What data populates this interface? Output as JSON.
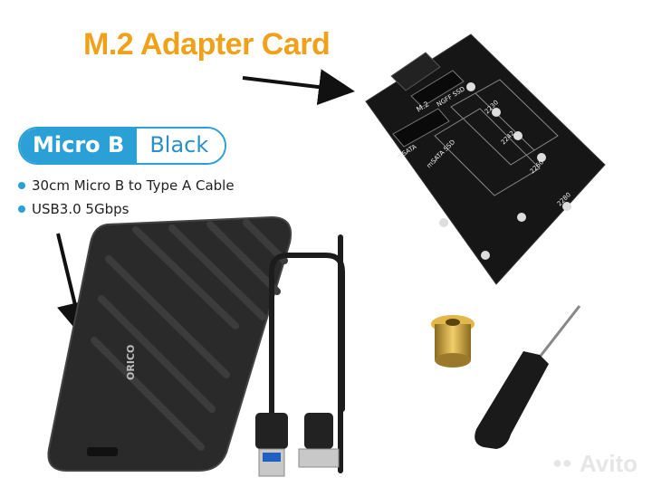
{
  "title": {
    "text": "M.2 Adapter Card",
    "color": "#f0a11a"
  },
  "badge": {
    "left": "Micro B",
    "right": "Black",
    "accent": "#2aa0d6"
  },
  "bullets": [
    "30cm Micro B to Type A Cable",
    "USB3.0 5Gbps"
  ],
  "enclosure": {
    "logo": "ORICO"
  },
  "pcb": {
    "port_labels": [
      "M.2",
      "NGFF SSD",
      "mSATA",
      "mSATA SSD",
      "2230",
      "2242",
      "2260",
      "2280"
    ]
  },
  "watermark": {
    "text": "Avito",
    "icon": "avito-logo-icon"
  }
}
